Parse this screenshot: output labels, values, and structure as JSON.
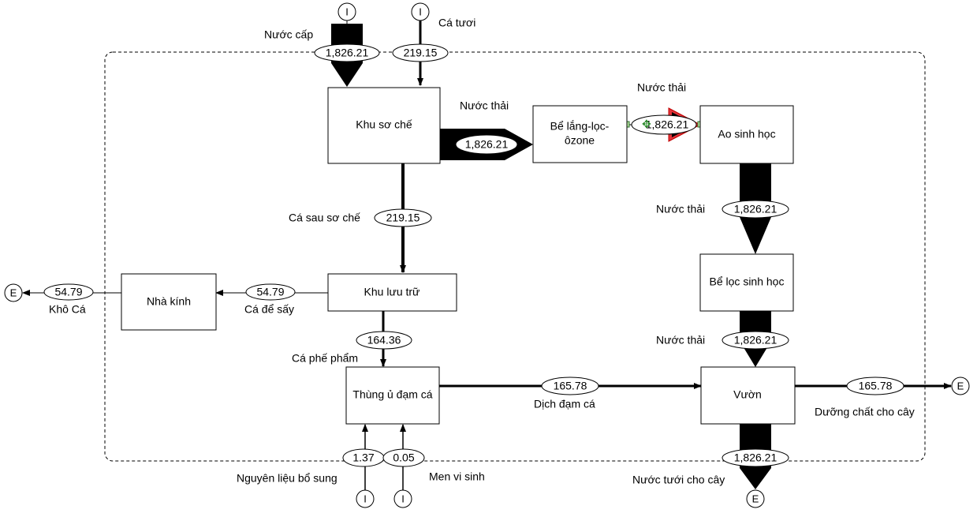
{
  "nodes": {
    "so_che": "Khu sơ chế",
    "be_lang": [
      "Bể lắng-lọc-",
      "ôzone"
    ],
    "ao_sinh_hoc": "Ao sinh học",
    "be_loc": "Bể lọc sinh học",
    "luu_tru": "Khu lưu trữ",
    "nha_kinh": "Nhà kính",
    "thung_u": "Thùng ủ đạm cá",
    "vuon": "Vườn"
  },
  "io_symbols": {
    "input": "I",
    "export": "E"
  },
  "flows": {
    "nuoc_cap": {
      "label": "Nước cấp",
      "value": "1,826.21"
    },
    "ca_tuoi": {
      "label": "Cá tươi",
      "value": "219.15"
    },
    "nuoc_thai_1": {
      "label": "Nước thải",
      "value": "1,826.21"
    },
    "nuoc_thai_2": {
      "label": "Nước thải",
      "value": "1,826.21"
    },
    "nuoc_thai_3": {
      "label": "Nước thải",
      "value": "1,826.21"
    },
    "nuoc_thai_4": {
      "label": "Nước thải",
      "value": "1,826.21"
    },
    "ca_sau_so_che": {
      "label": "Cá sau sơ chế",
      "value": "219.15"
    },
    "ca_de_say": {
      "label": "Cá để sấy",
      "value": "54.79"
    },
    "kho_ca": {
      "label": "Khô Cá",
      "value": "54.79"
    },
    "ca_phe_pham": {
      "label": "Cá phế phẩm",
      "value": "164.36"
    },
    "dich_dam_ca": {
      "label": "Dịch đạm cá",
      "value": "165.78"
    },
    "duong_chat": {
      "label": "Dưỡng chất cho cây",
      "value": "165.78"
    },
    "nuoc_tuoi": {
      "label": "Nước tưới cho cây",
      "value": "1,826.21"
    },
    "nguyen_lieu": {
      "label": "Nguyên liệu bổ sung",
      "value": "1.37"
    },
    "men_vi_sinh": {
      "label": "Men vi sinh",
      "value": "0.05"
    }
  }
}
